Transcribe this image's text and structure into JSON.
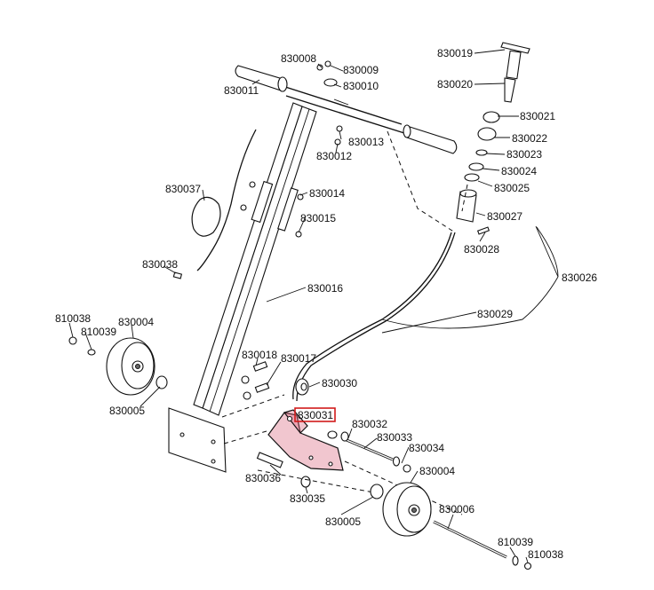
{
  "diagram": {
    "highlight_color": "#d11a1a",
    "highlighted_part": "830031",
    "labels": {
      "p830019": "830019",
      "p830020": "830020",
      "p830021": "830021",
      "p830022": "830022",
      "p830023": "830023",
      "p830024": "830024",
      "p830025": "830025",
      "p830027": "830027",
      "p830028": "830028",
      "p830026": "830026",
      "p830029": "830029",
      "p830008": "830008",
      "p830009": "830009",
      "p830010": "830010",
      "p830011": "830011",
      "p830013": "830013",
      "p830012": "830012",
      "p830014": "830014",
      "p830015": "830015",
      "p830037": "830037",
      "p830038": "830038",
      "p830016": "830016",
      "p810038_left": "810038",
      "p810039_left": "810039",
      "p830004_left": "830004",
      "p830005_left": "830005",
      "p830018": "830018",
      "p830017": "830017",
      "p830030": "830030",
      "p830031": "830031",
      "p830032": "830032",
      "p830033": "830033",
      "p830034": "830034",
      "p830036": "830036",
      "p830035": "830035",
      "p830005_right": "830005",
      "p830004_right": "830004",
      "p830006": "830006",
      "p810039_right": "810039",
      "p810038_right": "810038"
    }
  }
}
